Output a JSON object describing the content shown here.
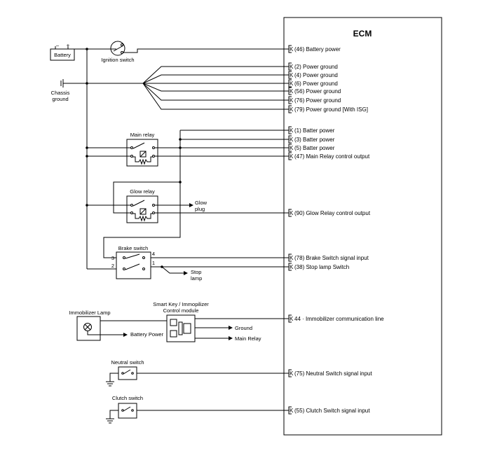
{
  "ecm": {
    "title": "ECM"
  },
  "pins": [
    {
      "code": "K",
      "label": "(46) Battery power"
    },
    {
      "code": "K",
      "label": "(2) Power ground"
    },
    {
      "code": "K",
      "label": "(4) Power ground"
    },
    {
      "code": "K",
      "label": "(6) Power ground"
    },
    {
      "code": "K",
      "label": "(56) Power ground"
    },
    {
      "code": "K",
      "label": "(76) Power ground"
    },
    {
      "code": "K",
      "label": "(79) Power ground [With ISG]"
    },
    {
      "code": "K",
      "label": "(1) Batter power"
    },
    {
      "code": "K",
      "label": "(3) Batter power"
    },
    {
      "code": "K",
      "label": "(5) Batter power"
    },
    {
      "code": "K",
      "label": "(47) Main Relay control output"
    },
    {
      "code": "K",
      "label": "(90) Glow Relay control output"
    },
    {
      "code": "K",
      "label": "(78) Brake Switch signal input"
    },
    {
      "code": "K",
      "label": "(38) Stop lamp Switch"
    },
    {
      "code": "K",
      "label": "44 · Immobilizer communication line"
    },
    {
      "code": "K",
      "label": "(75) Neutral Switch signal input"
    },
    {
      "code": "K",
      "label": "(55) Clutch Switch signal input"
    }
  ],
  "components": {
    "battery": "Battery",
    "battery_minus": "–",
    "battery_plus": "+",
    "ignition_switch": "Ignition switch",
    "chassis_ground_1": "Chassis",
    "chassis_ground_2": "ground",
    "main_relay": "Main relay",
    "glow_relay": "Glow relay",
    "glow_plug_1": "Glow",
    "glow_plug_2": "plug",
    "brake_switch": "Brake switch",
    "brake_pin_3": "3",
    "brake_pin_2": "2",
    "brake_pin_4": "4",
    "brake_pin_1": "1",
    "stop_lamp_1": "Stop",
    "stop_lamp_2": "lamp",
    "immobilizer_lamp": "Immobilizer Lamp",
    "battery_power": "Battery Power",
    "smart_key_1": "Smart Key / Immopilizer",
    "smart_key_2": "Control module",
    "ground": "Ground",
    "main_relay_out": "Main Relay",
    "neutral_switch": "Neutral switch",
    "clutch_switch": "Clutch switch"
  }
}
